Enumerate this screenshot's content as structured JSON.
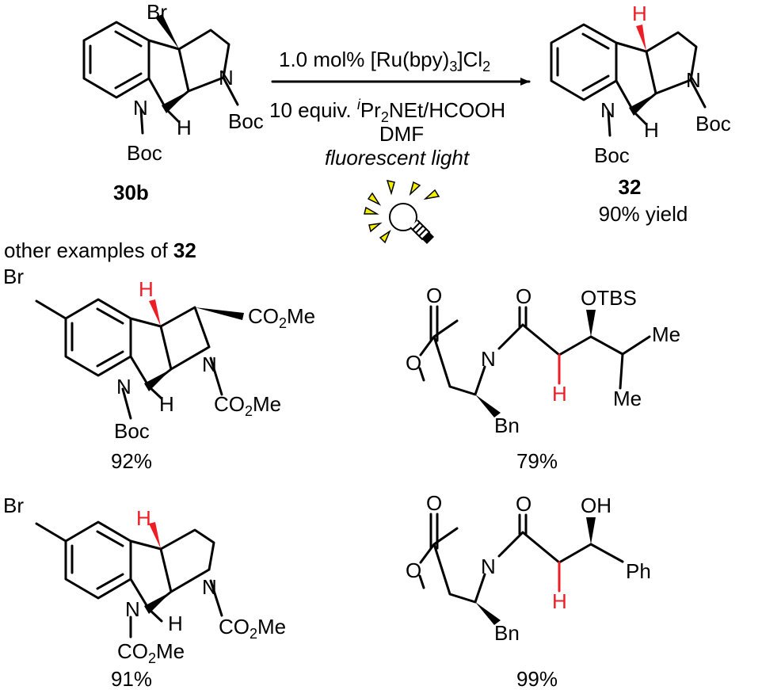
{
  "colors": {
    "highlight": "#ee1c24",
    "bulb_rays": "#f4ee00",
    "ink": "#000000"
  },
  "reaction": {
    "reactant": {
      "atoms": {
        "br": "Br",
        "n1": "N",
        "n8": "N",
        "h": "H",
        "boc_n1": "Boc",
        "boc_n8": "Boc"
      },
      "label": "30b"
    },
    "conditions": {
      "line1": {
        "pre": "1.0 mol% [Ru(bpy)",
        "sub": "3",
        "post": "]Cl",
        "sub2": "2"
      },
      "line2": {
        "pre": "10 equiv. ",
        "sup": "i",
        "mid": "Pr",
        "sub": "2",
        "post": "NEt/HCOOH"
      },
      "line3": "DMF",
      "line4": "fluorescent light",
      "icon": "light-bulb-icon"
    },
    "product": {
      "atoms": {
        "h_new": "H",
        "n1": "N",
        "n8": "N",
        "h": "H",
        "boc_n1": "Boc",
        "boc_n8": "Boc"
      },
      "label": "32",
      "yield": "90% yield"
    }
  },
  "examples": {
    "heading": {
      "text": "other examples of ",
      "ref": "32"
    },
    "items": [
      {
        "atoms": {
          "br": "Br",
          "h_new": "H",
          "co2me_ring": "CO",
          "co2me_ring_sub": "2",
          "co2me_ring_end": "Me",
          "n1": "N",
          "n8": "N",
          "h": "H",
          "co2me_n": "CO",
          "co2me_n_sub": "2",
          "co2me_n_end": "Me",
          "boc": "Boc"
        },
        "yield": "92%"
      },
      {
        "atoms": {
          "o_carbonyl1": "O",
          "o_carbonyl2": "O",
          "o_otbs": "OTBS",
          "o_ring": "O",
          "n": "N",
          "me1": "Me",
          "me2": "Me",
          "h_new": "H",
          "bn": "Bn"
        },
        "yield": "79%"
      },
      {
        "atoms": {
          "br": "Br",
          "h_new": "H",
          "n1": "N",
          "n8": "N",
          "h": "H",
          "co2me_n1": "CO",
          "co2me_n1_sub": "2",
          "co2me_n1_end": "Me",
          "co2me_n8": "CO",
          "co2me_n8_sub": "2",
          "co2me_n8_end": "Me"
        },
        "yield": "91%"
      },
      {
        "atoms": {
          "o_carbonyl1": "O",
          "o_carbonyl2": "O",
          "oh": "OH",
          "o_ring": "O",
          "n": "N",
          "ph": "Ph",
          "h_new": "H",
          "bn": "Bn"
        },
        "yield": "99%"
      }
    ]
  }
}
